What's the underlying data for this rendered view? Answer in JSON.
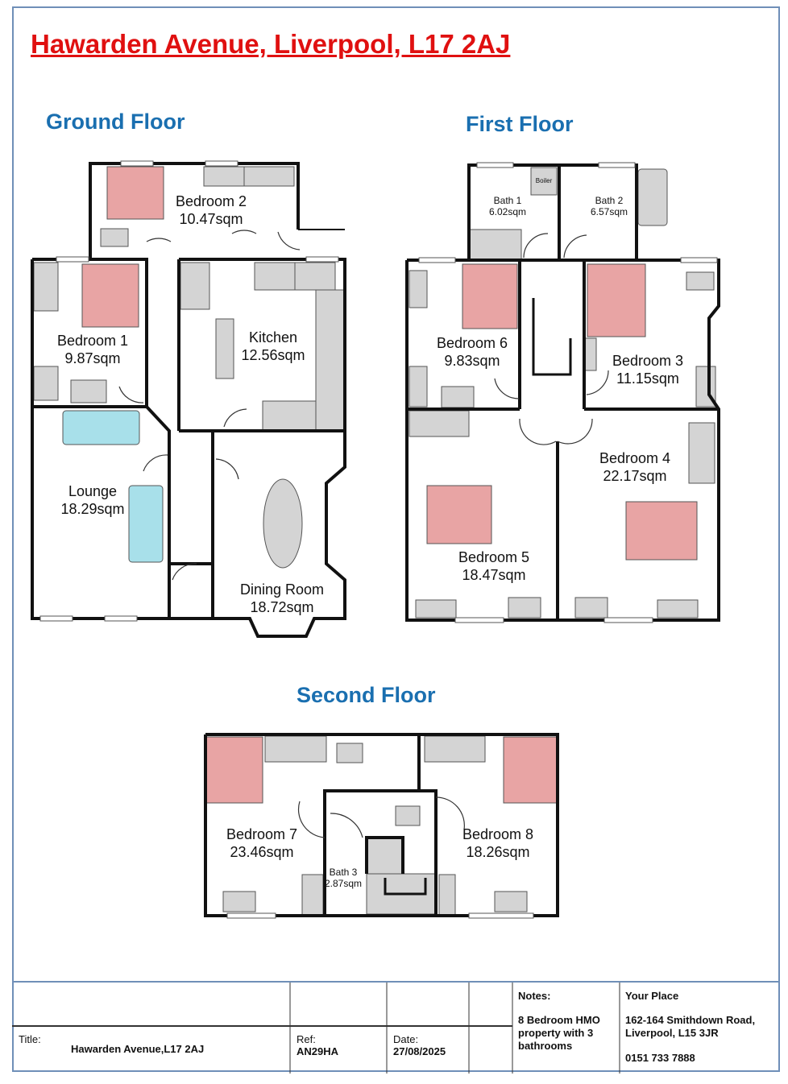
{
  "header": {
    "title": "Hawarden Avenue, Liverpool, L17 2AJ"
  },
  "floors": {
    "ground": {
      "heading": "Ground Floor",
      "rooms": [
        {
          "name": "Bedroom 2",
          "area": "10.47sqm"
        },
        {
          "name": "Bedroom 1",
          "area": "9.87sqm"
        },
        {
          "name": "Kitchen",
          "area": "12.56sqm"
        },
        {
          "name": "Lounge",
          "area": "18.29sqm"
        },
        {
          "name": "Dining Room",
          "area": "18.72sqm"
        }
      ]
    },
    "first": {
      "heading": "First Floor",
      "boiler": "Boiler",
      "rooms": [
        {
          "name": "Bath 1",
          "area": "6.02sqm"
        },
        {
          "name": "Bath 2",
          "area": "6.57sqm"
        },
        {
          "name": "Bedroom 6",
          "area": "9.83sqm"
        },
        {
          "name": "Bedroom 3",
          "area": "11.15sqm"
        },
        {
          "name": "Bedroom 4",
          "area": "22.17sqm"
        },
        {
          "name": "Bedroom 5",
          "area": "18.47sqm"
        }
      ]
    },
    "second": {
      "heading": "Second Floor",
      "rooms": [
        {
          "name": "Bedroom 7",
          "area": "23.46sqm"
        },
        {
          "name": "Bedroom 8",
          "area": "18.26sqm"
        },
        {
          "name": "Bath 3",
          "area": "2.87sqm"
        }
      ]
    }
  },
  "title_block": {
    "title_label": "Title:",
    "title_value": "Hawarden Avenue,L17 2AJ",
    "ref_label": "Ref:",
    "ref_value": "AN29HA",
    "date_label": "Date:",
    "date_value": "27/08/2025",
    "notes_label": "Notes:",
    "notes_value": "8 Bedroom HMO property with 3 bathrooms",
    "company": "Your Place",
    "address_1": "162-164 Smithdown Road,",
    "address_2": "Liverpool, L15 3JR",
    "phone": "0151 733 7888"
  },
  "colors": {
    "title": "#e01010",
    "heading": "#1a6fb0",
    "bed": "#e8a4a4",
    "sofa": "#a8e0ea",
    "furniture": "#d4d4d4"
  }
}
